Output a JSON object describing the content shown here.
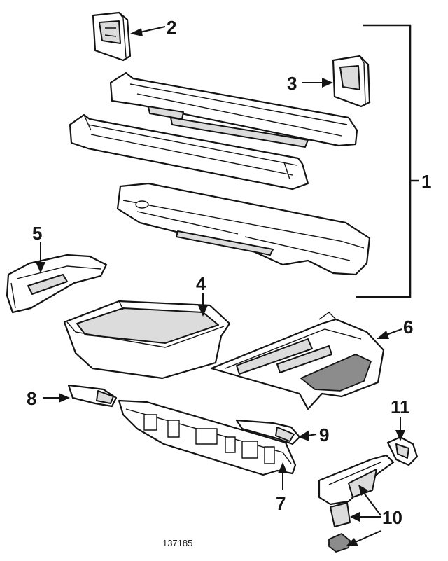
{
  "callouts": {
    "c1": "1",
    "c2": "2",
    "c3": "3",
    "c4": "4",
    "c5": "5",
    "c6": "6",
    "c7": "7",
    "c8": "8",
    "c9": "9",
    "c10": "10",
    "c11": "11"
  },
  "reference_number": "137185"
}
